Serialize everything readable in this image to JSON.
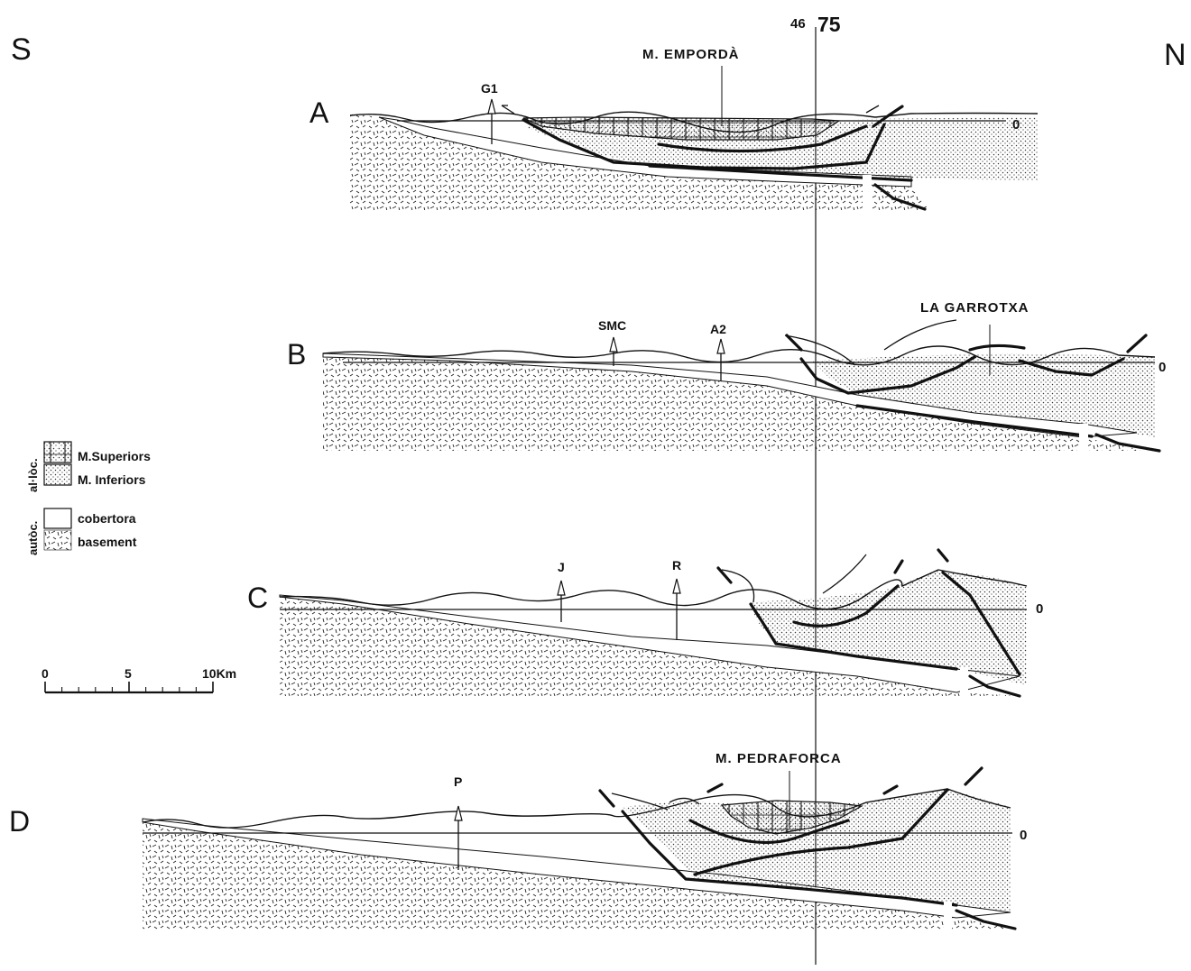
{
  "orientation": {
    "left": "S",
    "right": "N"
  },
  "top_labels": {
    "num1": "46",
    "num2": "75"
  },
  "sections": [
    {
      "label": "A",
      "zero": "0",
      "wells": [
        "G1"
      ],
      "place": "M. EMPORDÀ"
    },
    {
      "label": "B",
      "zero": "0",
      "wells": [
        "SMC",
        "A2"
      ],
      "place": "LA GARROTXA"
    },
    {
      "label": "C",
      "zero": "0",
      "wells": [
        "J",
        "R"
      ],
      "place": ""
    },
    {
      "label": "D",
      "zero": "0",
      "wells": [
        "P"
      ],
      "place": "M. PEDRAFORCA"
    }
  ],
  "legend": {
    "group_aloc": "al·lòc.",
    "group_autoc": "autòc.",
    "items": [
      {
        "label": "M.Superiors",
        "pattern": "grid-dots"
      },
      {
        "label": "M. Inferiors",
        "pattern": "dots"
      },
      {
        "label": "cobertora",
        "pattern": "blank"
      },
      {
        "label": "basement",
        "pattern": "dashes"
      }
    ]
  },
  "scale": {
    "ticks": [
      "0",
      "5",
      "10Km"
    ]
  },
  "colors": {
    "ink": "#111111",
    "paper": "#ffffff"
  }
}
